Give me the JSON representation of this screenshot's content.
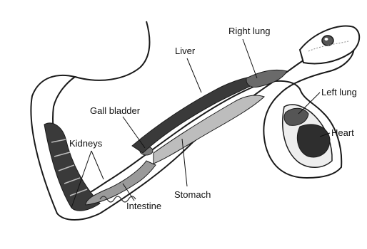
{
  "labels": {
    "right_lung": "Right lung",
    "liver": "Liver",
    "left_lung": "Left lung",
    "gall_bladder": "Gall bladder",
    "heart": "Heart",
    "kidneys": "Kidneys",
    "stomach": "Stomach",
    "intestine": "Intestine"
  },
  "colors": {
    "outline": "#1a1a1a",
    "body": "#ffffff",
    "dark_organ": "#3a3a3a",
    "mid_organ": "#8a8a8a",
    "light_organ": "#bdbdbd"
  }
}
